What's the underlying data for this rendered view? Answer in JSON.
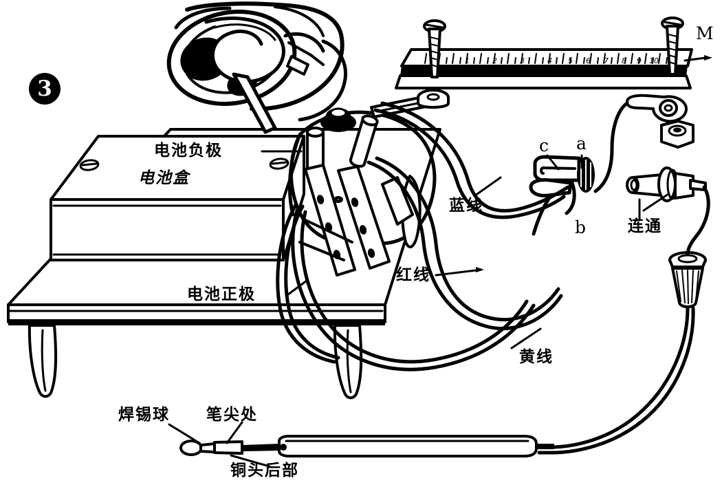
{
  "figure": {
    "number_badge": "3",
    "caption_language": "zh",
    "style": "black-and-white technical line drawing"
  },
  "labels": {
    "battery_negative": "电池负极",
    "battery_box": "电池盒",
    "battery_positive": "电池正极",
    "blue_wire": "蓝线",
    "red_wire": "红线",
    "yellow_wire": "黄线",
    "connect": "连通",
    "solder_ball": "焊锡球",
    "pen_tip": "笔尖处",
    "copper_head_rear": "铜头后部"
  },
  "markers": {
    "c": "c",
    "a": "a",
    "b": "b",
    "m": "M"
  },
  "colors": {
    "ink": "#000000",
    "paper": "#ffffff"
  },
  "parts": {
    "ruler": "ruler-with-scale",
    "screw_left": "screw-bolt",
    "screw_right": "screw-bolt",
    "washer": "washer",
    "hex_nut": "hex-nut",
    "ring_terminal": "ring-terminal-lug",
    "switch_body": "switch-connector",
    "knurled_cap": "knurled-cap",
    "probe": "test-probe-pen"
  }
}
